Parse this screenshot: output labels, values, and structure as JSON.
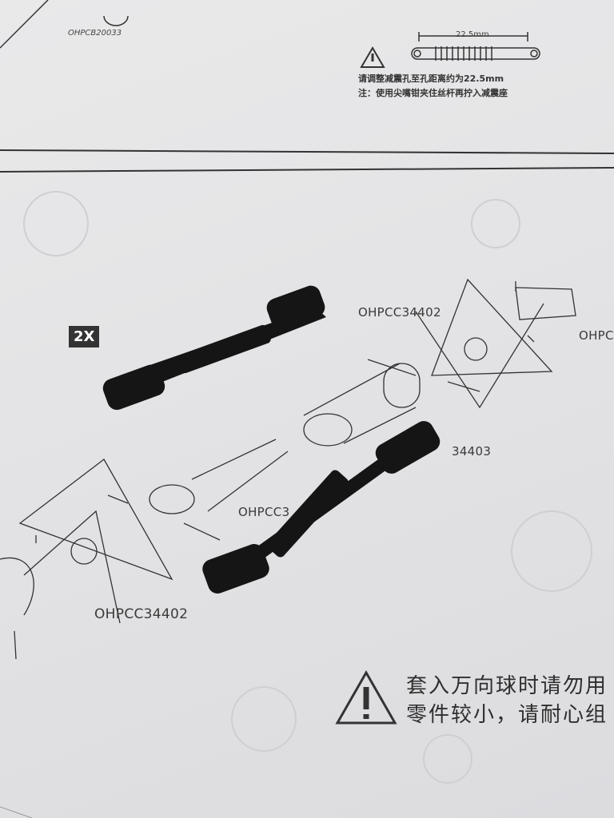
{
  "top_section": {
    "part_code": "OHPCB20033",
    "dimension": "22.5mm",
    "note_line1": "请调整减震孔至孔距离约为22.5mm",
    "note_line2": "注：使用尖嘴钳夹住丝杆再拧入减震座"
  },
  "assembly_step": {
    "quantity_badge": "2X",
    "labels": {
      "top_right": "OHPCC34402",
      "edge_right": "OHPC",
      "middle": "34403",
      "middle_left": "OHPCC3",
      "bottom_left": "OHPCC34402"
    },
    "warning_line1": "套入万向球时请勿用",
    "warning_line2": "零件较小，请耐心组"
  },
  "colors": {
    "paper": "#e6e6e8",
    "ink": "#333333",
    "shaft": "#1a1a1a"
  }
}
